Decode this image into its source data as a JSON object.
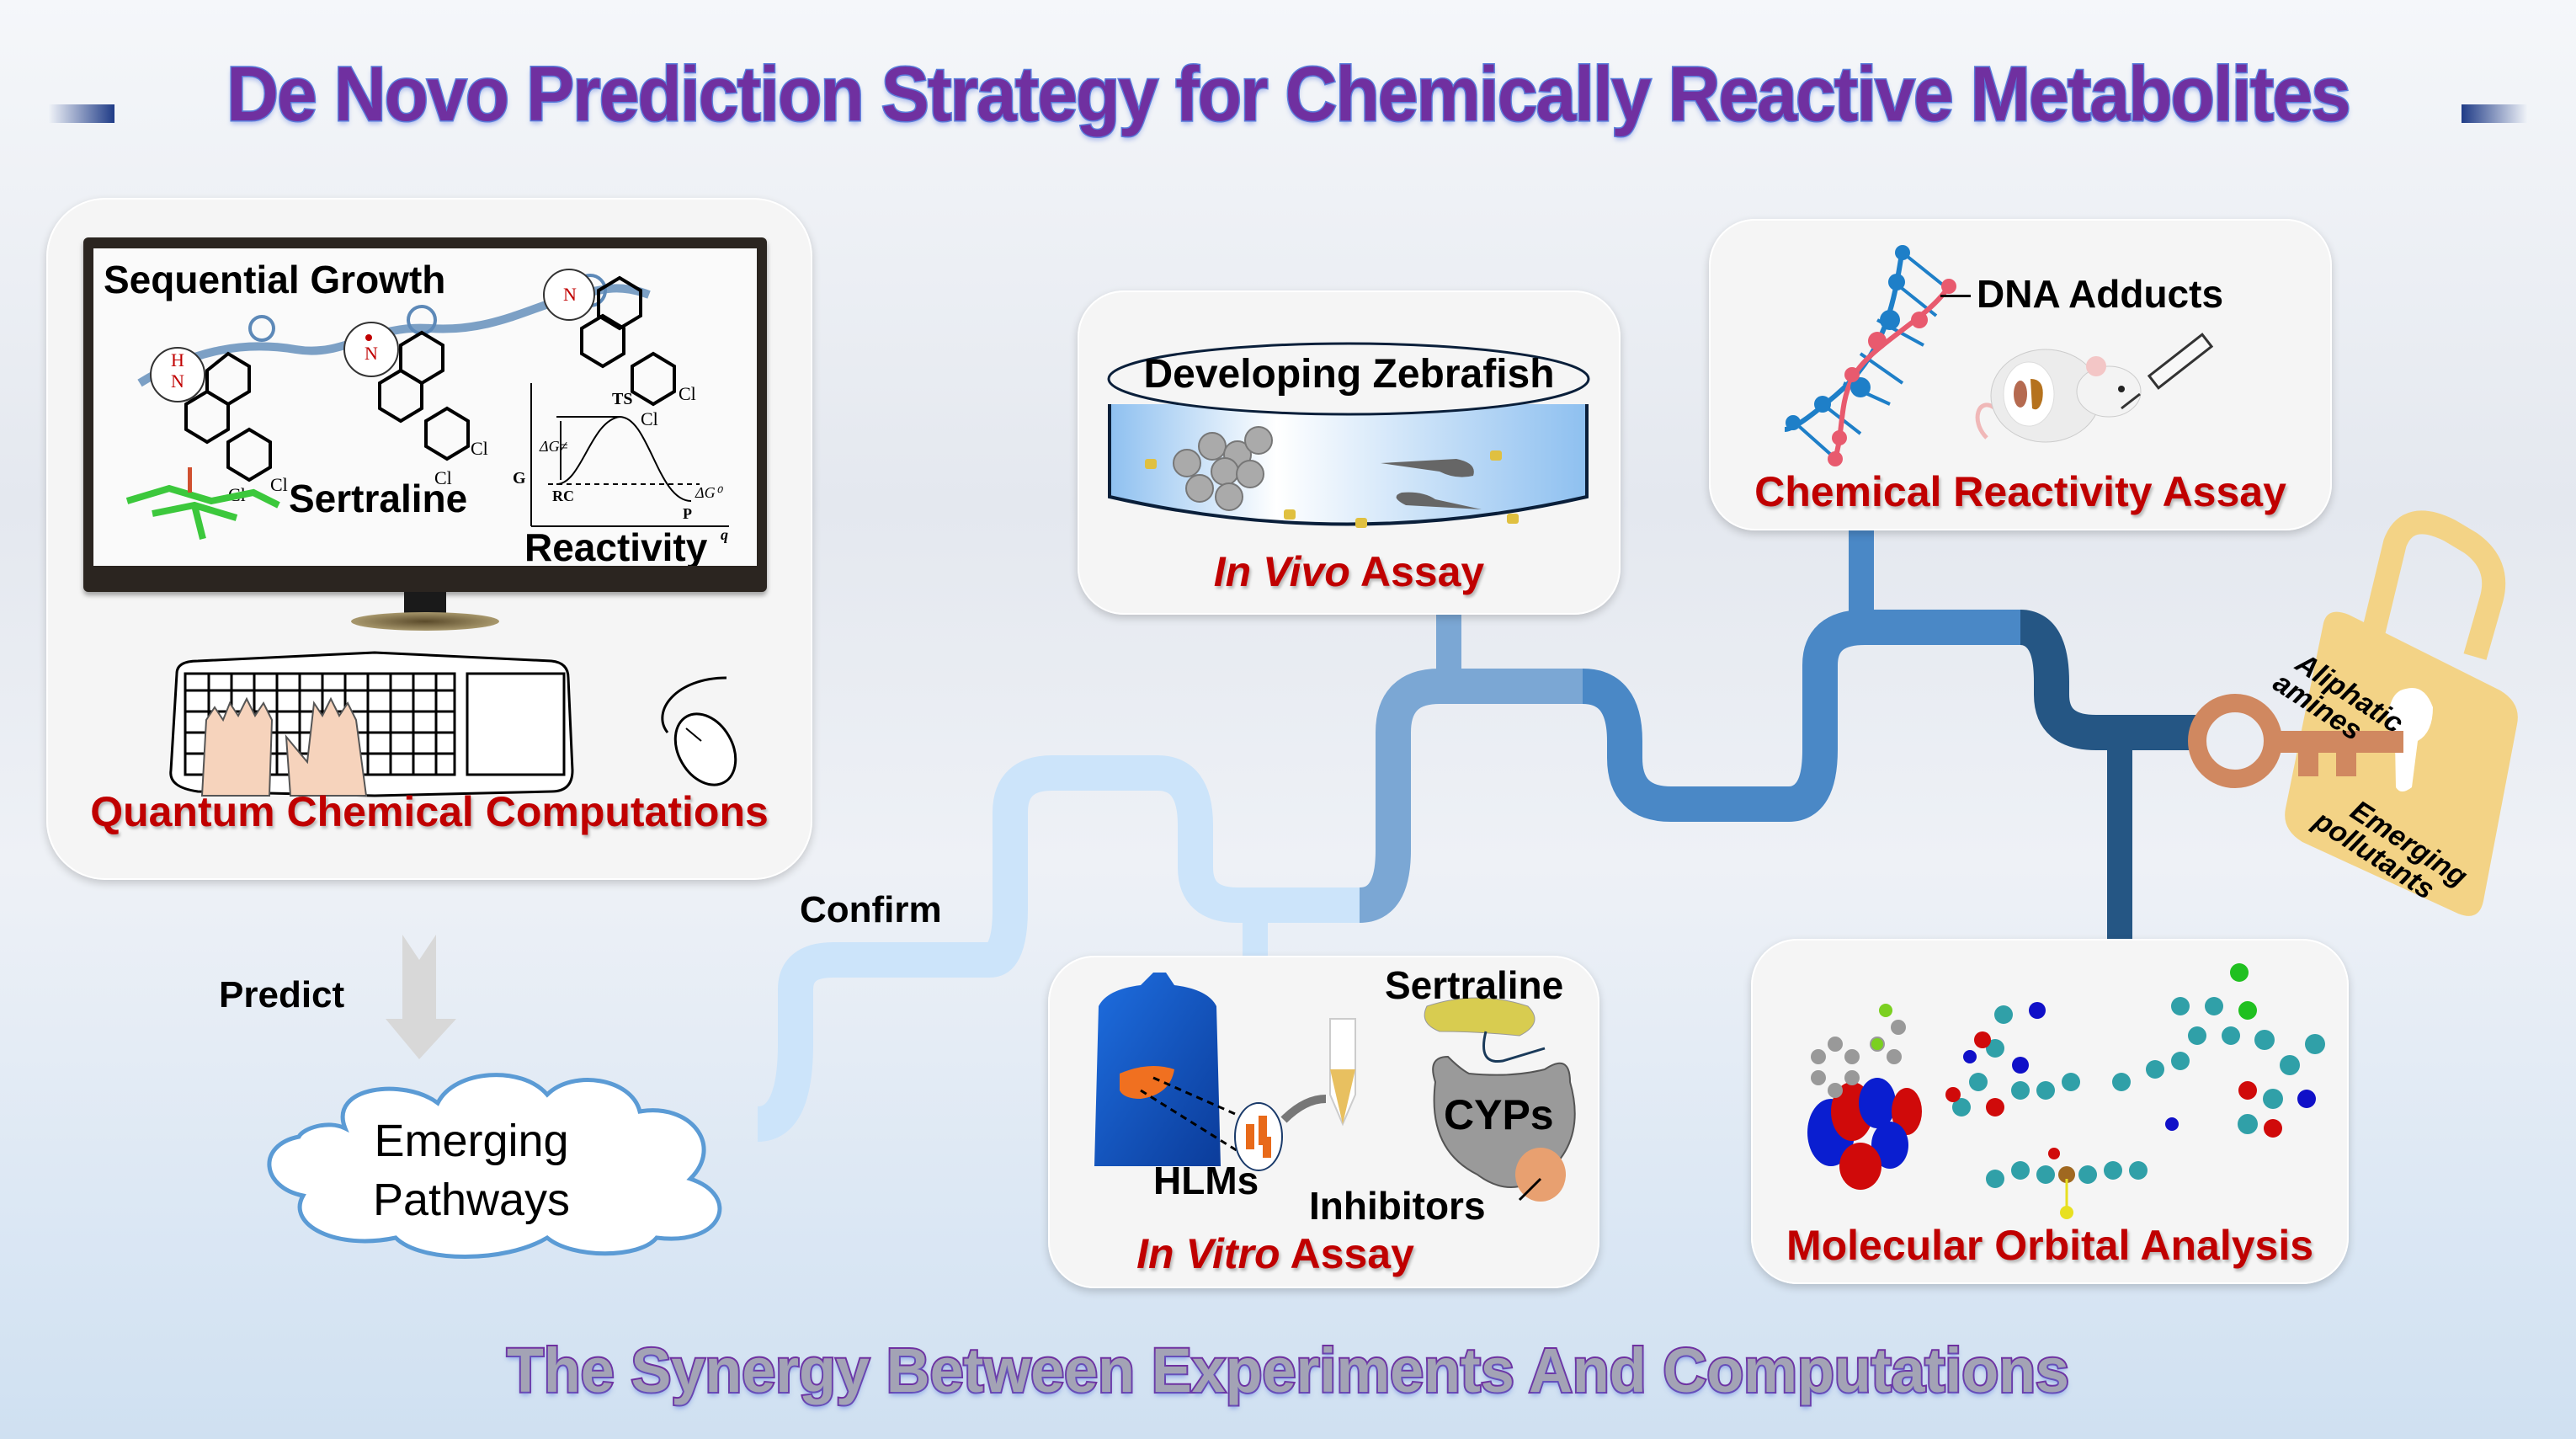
{
  "title": "De Novo Prediction Strategy for Chemically Reactive Metabolites",
  "footer": "The Synergy Between Experiments And Computations",
  "colors": {
    "title_fill": "#7030a0",
    "title_stroke": "#5a7fdc",
    "label_red": "#c00000",
    "pipe_stage1": "#cce4fa",
    "pipe_stage2": "#7ba7d4",
    "pipe_stage3": "#4a88c6",
    "pipe_stage4": "#255684",
    "key": "#d08860",
    "lock": "#f3d386"
  },
  "computation_panel": {
    "caption": "Quantum Chemical Computations",
    "screen": {
      "heading": "Sequential Growth",
      "molecule_label": "Sertraline",
      "reactivity_label": "Reactivity",
      "energy_diagram": {
        "y_axis": "G",
        "x_axis": "q",
        "ts_label": "TS",
        "rc_label": "RC",
        "p_label": "P",
        "barrier_label": "ΔG≠",
        "reaction_label": "ΔG⁰"
      },
      "atoms": {
        "h": "H",
        "n": "N",
        "cl": "Cl"
      }
    }
  },
  "flow": {
    "predict_label": "Predict",
    "confirm_label": "Confirm",
    "cloud_line1": "Emerging",
    "cloud_line2": "Pathways"
  },
  "in_vivo_panel": {
    "heading": "Developing Zebrafish",
    "caption_italic": "In Vivo",
    "caption_rest": " Assay"
  },
  "reactivity_panel": {
    "label": "DNA Adducts",
    "caption": "Chemical Reactivity Assay"
  },
  "in_vitro_panel": {
    "hlms_label": "HLMs",
    "substrate_label": "Sertraline",
    "enzyme_label": "CYPs",
    "inhibitor_label": "Inhibitors",
    "caption_italic": "In Vitro",
    "caption_rest": " Assay"
  },
  "orbital_panel": {
    "caption": "Molecular Orbital Analysis"
  },
  "lock": {
    "top_line1": "Aliphatic",
    "top_line2": "amines",
    "bottom_line1": "Emerging",
    "bottom_line2": "pollutants"
  }
}
